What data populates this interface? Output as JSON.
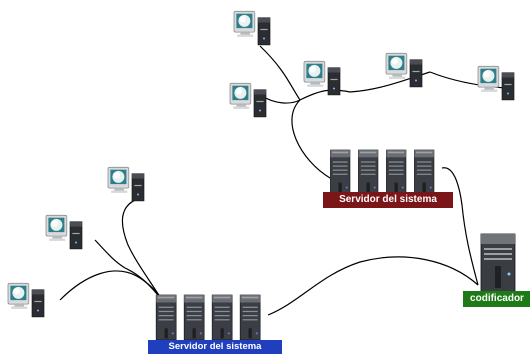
{
  "labels": {
    "server_top": "Servidor del sistema",
    "server_bottom": "Servidor del sistema",
    "encoder": "codificador"
  },
  "colors": {
    "server_top_label": "#7a1518",
    "server_bottom_label": "#1f3fbf",
    "encoder_label": "#1d7a16",
    "link_line": "#000000"
  },
  "icons": {
    "client": "workstation-icon",
    "server": "server-rack-icon",
    "encoder": "tower-server-icon"
  }
}
